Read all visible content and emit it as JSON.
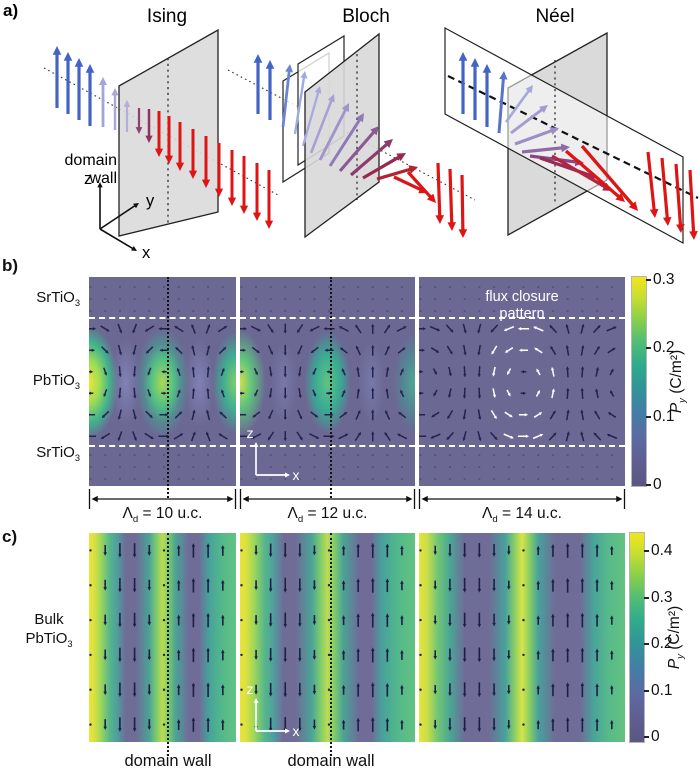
{
  "panel_a": {
    "label": "a)",
    "titles": {
      "ising": "Ising",
      "bloch": "Bloch",
      "neel": "Néel"
    },
    "domain_wall": {
      "line1": "domain",
      "line2": "wall"
    },
    "axes": {
      "z": "z",
      "y": "y",
      "x": "x"
    }
  },
  "panel_b": {
    "label": "b)",
    "layers": {
      "top": {
        "base": "SrTiO",
        "sub": "3"
      },
      "mid": {
        "base": "PbTiO",
        "sub": "3"
      },
      "bot": {
        "base": "SrTiO",
        "sub": "3"
      }
    },
    "annotation": {
      "line1": "flux closure",
      "line2": "pattern"
    },
    "axis_indicator": {
      "z": "z",
      "x": "x"
    },
    "colorbar": {
      "ticks": [
        "0.3",
        "0.2",
        "0.1",
        "0"
      ],
      "max": 0.3,
      "min": 0,
      "label": {
        "symbol": "P",
        "sub": "y",
        "units": " (C/m²)"
      }
    },
    "panels": [
      {
        "cols": 10
      },
      {
        "cols": 12
      },
      {
        "cols": 14
      }
    ]
  },
  "period_row": {
    "labels": [
      {
        "symbol": "Λ",
        "sub": "d",
        "value": " = 10 u.c."
      },
      {
        "symbol": "Λ",
        "sub": "d",
        "value": " = 12 u.c."
      },
      {
        "symbol": "Λ",
        "sub": "d",
        "value": " = 14 u.c."
      }
    ]
  },
  "panel_c": {
    "label": "c)",
    "side_label": {
      "line1": "Bulk",
      "line2": {
        "base": "PbTiO",
        "sub": "3"
      }
    },
    "axis_indicator": {
      "z": "z",
      "x": "x"
    },
    "colorbar": {
      "ticks": [
        "0.4",
        "0.3",
        "0.2",
        "0.1",
        "0"
      ],
      "max": 0.44,
      "min": 0,
      "label": {
        "symbol": "P",
        "sub": "y",
        "units": " (C/m²)"
      }
    },
    "panels": [
      {
        "cols": 10
      },
      {
        "cols": 12
      },
      {
        "cols": 14
      }
    ],
    "domain_wall_labels": [
      "domain wall",
      "domain wall"
    ]
  },
  "colors": {
    "background_value0": "#6b6994",
    "arrow_dark": "#23234d",
    "blue": "#4463c6",
    "red": "#dd1515"
  }
}
